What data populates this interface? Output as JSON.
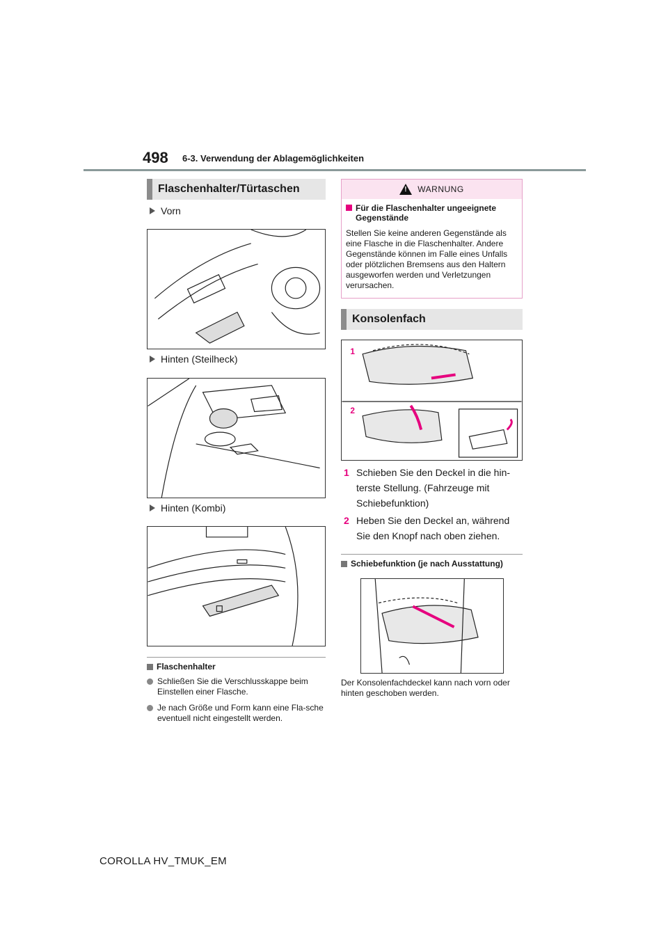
{
  "header": {
    "page_number": "498",
    "section_title": "6-3. Verwendung der Ablagemöglichkeiten"
  },
  "left": {
    "heading": "Flaschenhalter/Türtaschen",
    "views": [
      {
        "label": "Vorn"
      },
      {
        "label": "Hinten (Steilheck)"
      },
      {
        "label": "Hinten (Kombi)"
      }
    ],
    "note_title": "Flaschenhalter",
    "notes": [
      "Schließen Sie die Verschlusskappe beim Einstellen einer Flasche.",
      "Je nach Größe und Form kann eine Fla-sche eventuell nicht eingestellt werden."
    ]
  },
  "right": {
    "warning": {
      "label": "WARNUNG",
      "subtitle": "Für die Flaschenhalter ungeeignete Gegenstände",
      "body": "Stellen Sie keine anderen Gegenstände als eine Flasche in die Flaschenhalter. Andere Gegenstände können im Falle eines Unfalls oder plötzlichen Bremsens aus den Haltern ausgeworfen werden und Verletzungen verursachen."
    },
    "heading": "Konsolenfach",
    "figure_labels": [
      "1",
      "2"
    ],
    "steps": [
      {
        "num": "1",
        "text": "Schieben Sie den Deckel in die hin-terste Stellung. (Fahrzeuge mit Schiebefunktion)"
      },
      {
        "num": "2",
        "text": "Heben Sie den Deckel an, während Sie den Knopf nach oben ziehen."
      }
    ],
    "note_title": "Schiebefunktion (je nach Ausstattung)",
    "caption": "Der Konsolenfachdeckel kann nach vorn oder hinten geschoben werden."
  },
  "footer": "COROLLA HV_TMUK_EM",
  "colors": {
    "accent": "#e6007e",
    "heading_bg": "#e6e6e6",
    "warn_bg": "#fbe3f0"
  }
}
